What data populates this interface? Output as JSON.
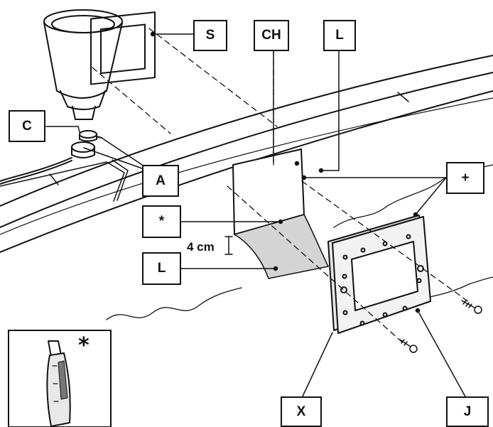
{
  "labels": {
    "S": "S",
    "CH": "CH",
    "L_top": "L",
    "C": "C",
    "A": "A",
    "plus": "+",
    "star": "*",
    "L_mid": "L",
    "X": "X",
    "J": "J"
  },
  "dimension": "4 cm",
  "inset": {
    "mark": "*"
  },
  "colors": {
    "ink": "#111111",
    "liner": "#d4d4d4",
    "frame": "#e6e6e6",
    "wall": "#ffffff"
  }
}
